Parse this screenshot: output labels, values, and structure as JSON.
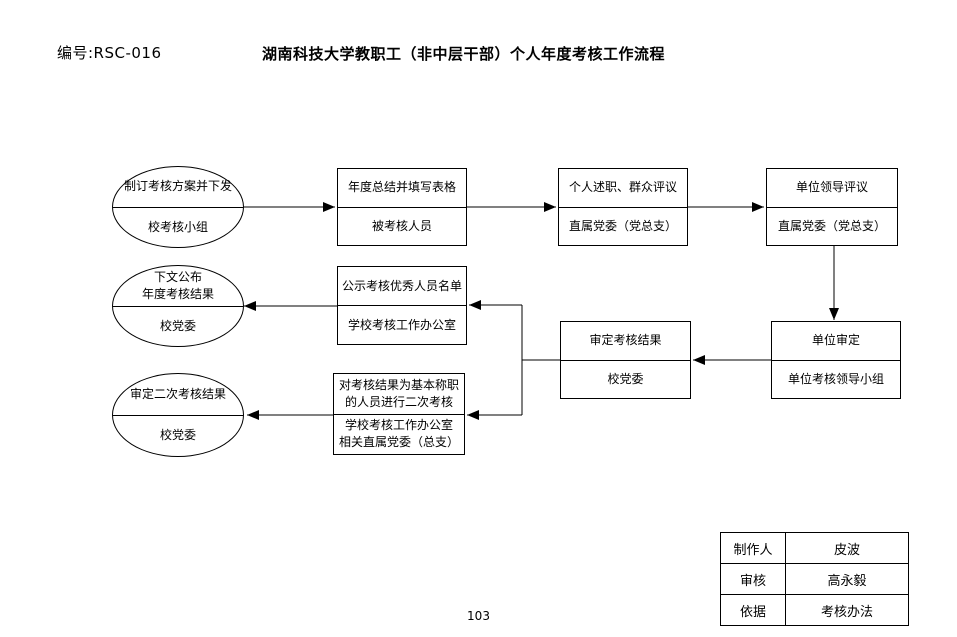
{
  "header": {
    "doc_number": "编号:RSC-016",
    "title": "湖南科技大学教职工（非中层干部）个人年度考核工作流程"
  },
  "flow": {
    "nodes": {
      "e1": {
        "shape": "ellipse",
        "top": "制订考核方案并下发",
        "bottom": "校考核小组"
      },
      "r1": {
        "shape": "rect",
        "top": "年度总结并填写表格",
        "bottom": "被考核人员"
      },
      "r2": {
        "shape": "rect",
        "top": "个人述职、群众评议",
        "bottom": "直属党委（党总支）"
      },
      "r3": {
        "shape": "rect",
        "top": "单位领导评议",
        "bottom": "直属党委（党总支）"
      },
      "e2": {
        "shape": "ellipse",
        "top": "下文公布\n年度考核结果",
        "bottom": "校党委"
      },
      "r4": {
        "shape": "rect",
        "top": "公示考核优秀人员名单",
        "bottom": "学校考核工作办公室"
      },
      "r5": {
        "shape": "rect",
        "top": "审定考核结果",
        "bottom": "校党委"
      },
      "r6": {
        "shape": "rect",
        "top": "单位审定",
        "bottom": "单位考核领导小组"
      },
      "e3": {
        "shape": "ellipse",
        "top": "审定二次考核结果",
        "bottom": "校党委"
      },
      "r7": {
        "shape": "rect",
        "top": "对考核结果为基本称职\n的人员进行二次考核",
        "bottom": "学校考核工作办公室\n相关直属党委（总支）"
      }
    }
  },
  "info_table": {
    "rows": [
      {
        "label": "制作人",
        "value": "皮波"
      },
      {
        "label": "审核",
        "value": "高永毅"
      },
      {
        "label": "依据",
        "value": "考核办法"
      }
    ]
  },
  "page_number": "103",
  "colors": {
    "line": "#000000",
    "background": "#ffffff"
  }
}
